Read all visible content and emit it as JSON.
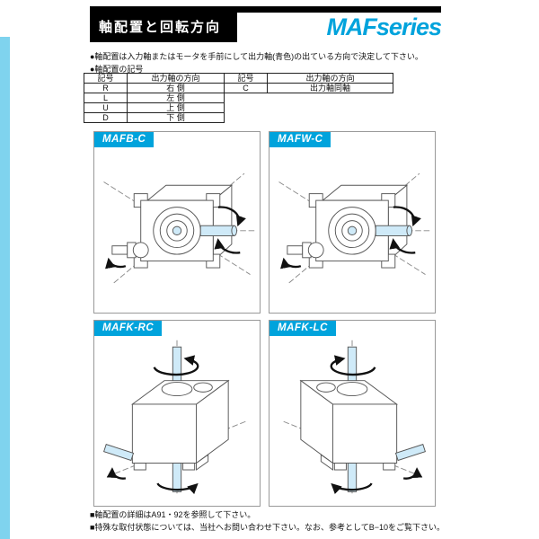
{
  "colors": {
    "accent_blue": "#00a3dc",
    "side_strip_blue": "#7fd3ee",
    "output_shaft_blue": "#cfeaf8",
    "header_bar_black": "#000000"
  },
  "header": {
    "title": "軸配置と回転方向",
    "series": "MAFseries"
  },
  "notes": {
    "line1": "●軸配置は入力軸またはモータを手前にして出力軸(青色)の出ている方向で決定して下さい。",
    "line2": "●軸配置の記号"
  },
  "symbol_table": {
    "left": {
      "headers": [
        "記号",
        "出力軸の方向"
      ],
      "rows": [
        [
          "R",
          "右 側"
        ],
        [
          "L",
          "左 側"
        ],
        [
          "U",
          "上 側"
        ],
        [
          "D",
          "下 側"
        ]
      ]
    },
    "right": {
      "headers": [
        "記号",
        "出力軸の方向"
      ],
      "rows": [
        [
          "C",
          "出力軸同軸"
        ]
      ]
    }
  },
  "panels": [
    {
      "label": "MAFB-C"
    },
    {
      "label": "MAFW-C"
    },
    {
      "label": "MAFK-RC"
    },
    {
      "label": "MAFK-LC"
    }
  ],
  "footer": {
    "line1": "■軸配置の詳細はA91・92を参照して下さい。",
    "line2": "■特殊な取付状態については、当社へお問い合わせ下さい。なお、参考としてB−10をご覧下さい。"
  }
}
